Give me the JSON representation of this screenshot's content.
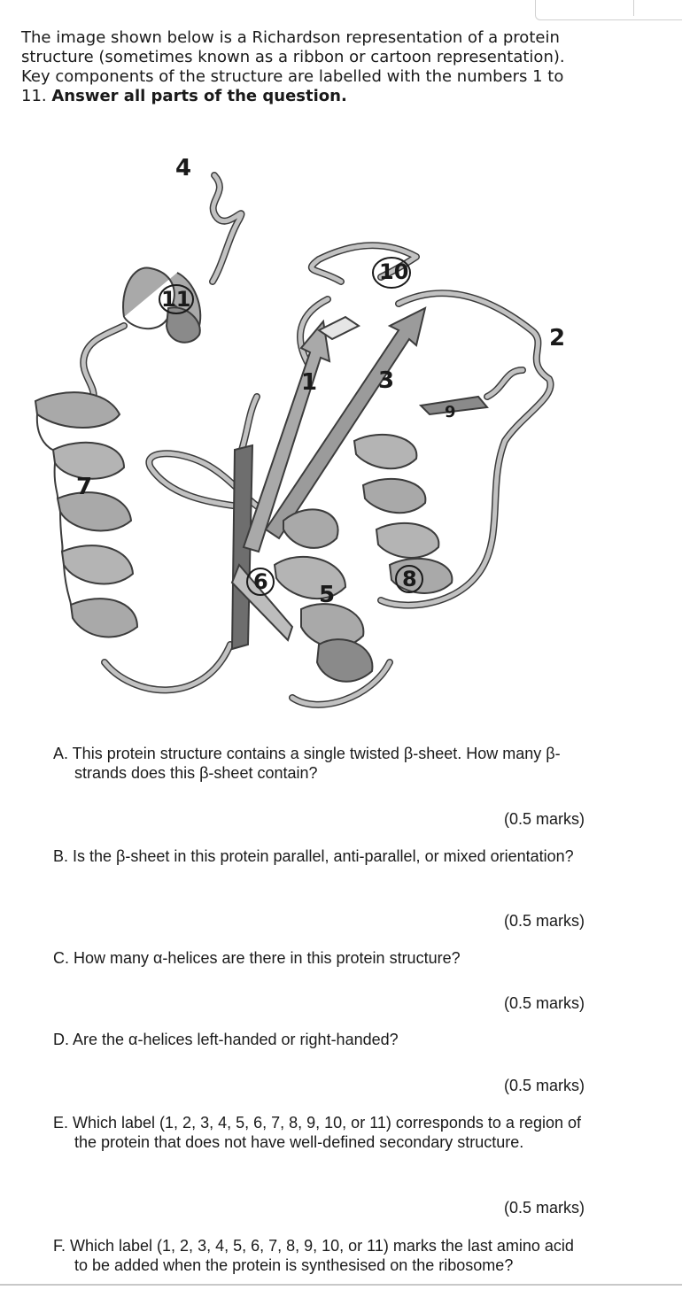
{
  "intro": {
    "text": "The image shown below is a Richardson representation of a protein structure (sometimes known as a ribbon or cartoon representation). Key components of the structure are labelled with the numbers 1 to 11. ",
    "bold": "Answer all parts of the question."
  },
  "figure": {
    "labels": {
      "l1": "1",
      "l2": "2",
      "l3": "3",
      "l4": "4",
      "l5": "5",
      "l6": "6",
      "l7": "7",
      "l8": "8",
      "l9": "9",
      "l10": "10",
      "l11": "11"
    },
    "colors": {
      "ribbon": "#a9a9a9",
      "ribbon_dark": "#6e6e6e",
      "loop": "#bdbdbd",
      "outline": "#3c3c3c"
    }
  },
  "questions": [
    {
      "text": "A. This protein structure contains a single twisted β-sheet. How many β-strands does this β-sheet contain?",
      "marks": "(0.5 marks)"
    },
    {
      "text": "B. Is the β-sheet in this protein parallel, anti-parallel, or mixed orientation?",
      "marks": "(0.5 marks)"
    },
    {
      "text": "C. How many α-helices are there in this protein structure?",
      "marks": "(0.5 marks)"
    },
    {
      "text": "D. Are the α-helices left-handed or right-handed?",
      "marks": "(0.5 marks)"
    },
    {
      "text": "E. Which label (1, 2, 3, 4, 5, 6, 7, 8, 9, 10, or 11) corresponds to a region of the protein that does not have well-defined secondary structure.",
      "marks": "(0.5 marks)"
    },
    {
      "text": "F. Which label (1, 2, 3, 4, 5, 6, 7, 8, 9, 10, or 11) marks the last amino acid to be added when the protein is synthesised on the ribosome?"
    }
  ]
}
